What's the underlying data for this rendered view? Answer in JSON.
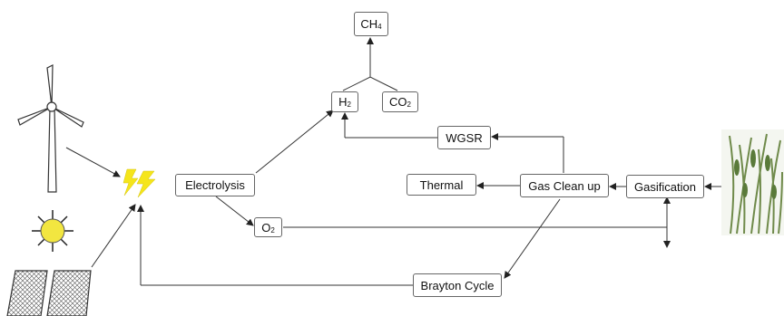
{
  "nodes": {
    "ch4": {
      "base": "CH",
      "sub": "4"
    },
    "h2": {
      "base": "H",
      "sub": "2"
    },
    "co2": {
      "base": "CO",
      "sub": "2"
    },
    "wgsr": {
      "label": "WGSR"
    },
    "electrolysis": {
      "label": "Electrolysis"
    },
    "thermal": {
      "label": "Thermal"
    },
    "gas_clean_up": {
      "label": "Gas Clean up"
    },
    "gasification": {
      "label": "Gasification"
    },
    "o2": {
      "base": "O",
      "sub": "2"
    },
    "brayton_cycle": {
      "label": "Brayton Cycle"
    }
  },
  "icons": [
    "wind-turbine-icon",
    "sun-icon",
    "solar-panel-icon",
    "lightning-icon",
    "biomass-grass-icon"
  ],
  "colors": {
    "lightning": "#f5e51b",
    "sun": "#f2e640",
    "grass": "#6f8a4a"
  }
}
